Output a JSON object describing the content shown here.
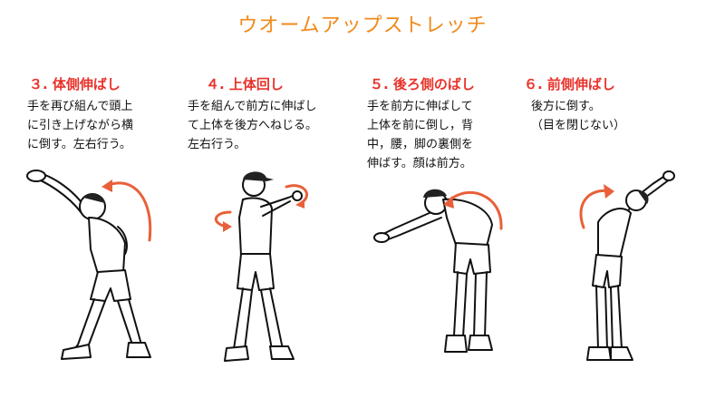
{
  "title": "ウオームアップストレッチ",
  "colors": {
    "title": "#f08a1a",
    "heading": "#e8322a",
    "arrow": "#e8603a"
  },
  "steps": [
    {
      "heading": "３. 体側伸ばし",
      "description": "手を再び組んで頭上\nに引き上げながら横\nに倒す。左右行う。"
    },
    {
      "heading": "４. 上体回し",
      "description": "手を組んで前方に伸ばし\nて上体を後方へねじる。\n左右行う。"
    },
    {
      "heading": "５. 後ろ側のばし",
      "description": "手を前方に伸ばして\n上体を前に倒し，背\n中，腰，脚の裏側を\n伸ばす。顔は前方。"
    },
    {
      "heading": "６. 前側伸ばし",
      "description": "後方に倒す。\n（目を閉じない）"
    }
  ]
}
